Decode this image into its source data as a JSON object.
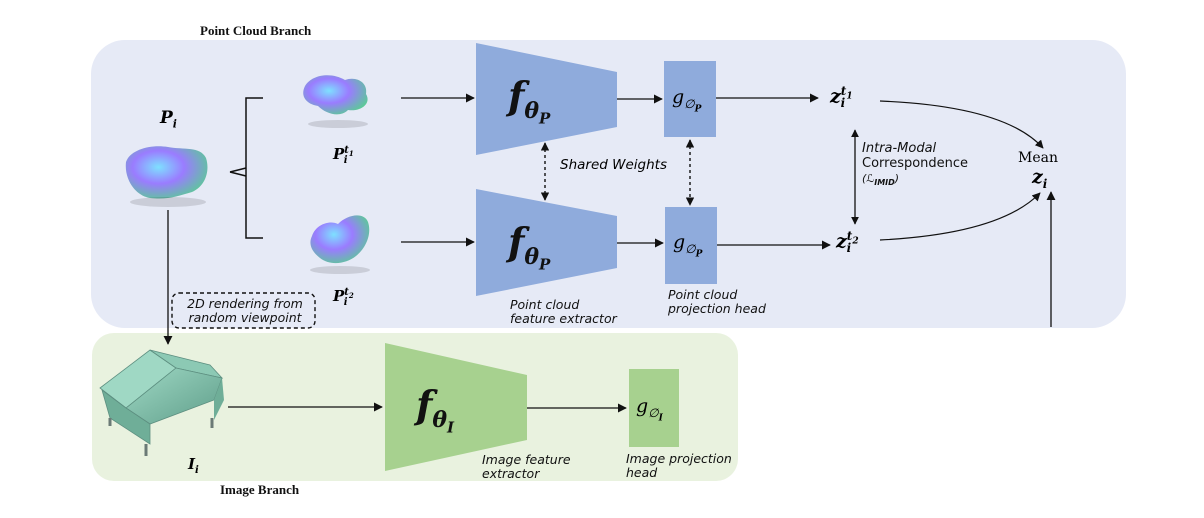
{
  "branches": {
    "point_cloud_title": "Point Cloud Branch",
    "image_title": "Image Branch"
  },
  "colors": {
    "point_panel": "#e6eaf6",
    "image_panel": "#e9f2df",
    "encoder_blue": "#8fabdc",
    "encoder_green": "#a7d18f",
    "arrow": "#111111"
  },
  "inputs": {
    "point_cloud_label": "P",
    "point_cloud_sub": "i",
    "aug1_label": "P",
    "aug1_sub": "i",
    "aug1_sup": "t",
    "aug1_sup_sub": "1",
    "aug2_label": "P",
    "aug2_sub": "i",
    "aug2_sup": "t",
    "aug2_sup_sub": "2",
    "image_label": "I",
    "image_sub": "i"
  },
  "modules": {
    "pc_encoder_symbol": "f",
    "pc_encoder_param": "θ",
    "pc_encoder_param_sub": "P",
    "pc_head_symbol": "g",
    "pc_head_param": "∅",
    "pc_head_param_sub": "P",
    "img_encoder_symbol": "f",
    "img_encoder_param": "θ",
    "img_encoder_param_sub": "I",
    "img_head_symbol": "g",
    "img_head_param": "∅",
    "img_head_param_sub": "I",
    "shared_weights": "Shared Weights",
    "pc_extractor_caption": [
      "Point cloud",
      "feature extractor"
    ],
    "pc_head_caption": [
      "Point cloud",
      "projection head"
    ],
    "img_extractor_caption": [
      "Image feature",
      "extractor"
    ],
    "img_head_caption": [
      "Image projection",
      "head"
    ],
    "rendering_caption": [
      "2D rendering from",
      "random viewpoint"
    ]
  },
  "outputs": {
    "z1": "z",
    "z1_sub": "i",
    "z1_sup": "t",
    "z1_sup_sub": "1",
    "z2": "z",
    "z2_sub": "i",
    "z2_sup": "t",
    "z2_sup_sub": "2",
    "intra_modal": [
      "Intra-Modal",
      "Correspondence"
    ],
    "loss": "(ℒ",
    "loss_sub": "IMID",
    "loss_close": ")",
    "mean_label": "Mean",
    "mean_symbol": "z",
    "mean_sub": "i"
  }
}
